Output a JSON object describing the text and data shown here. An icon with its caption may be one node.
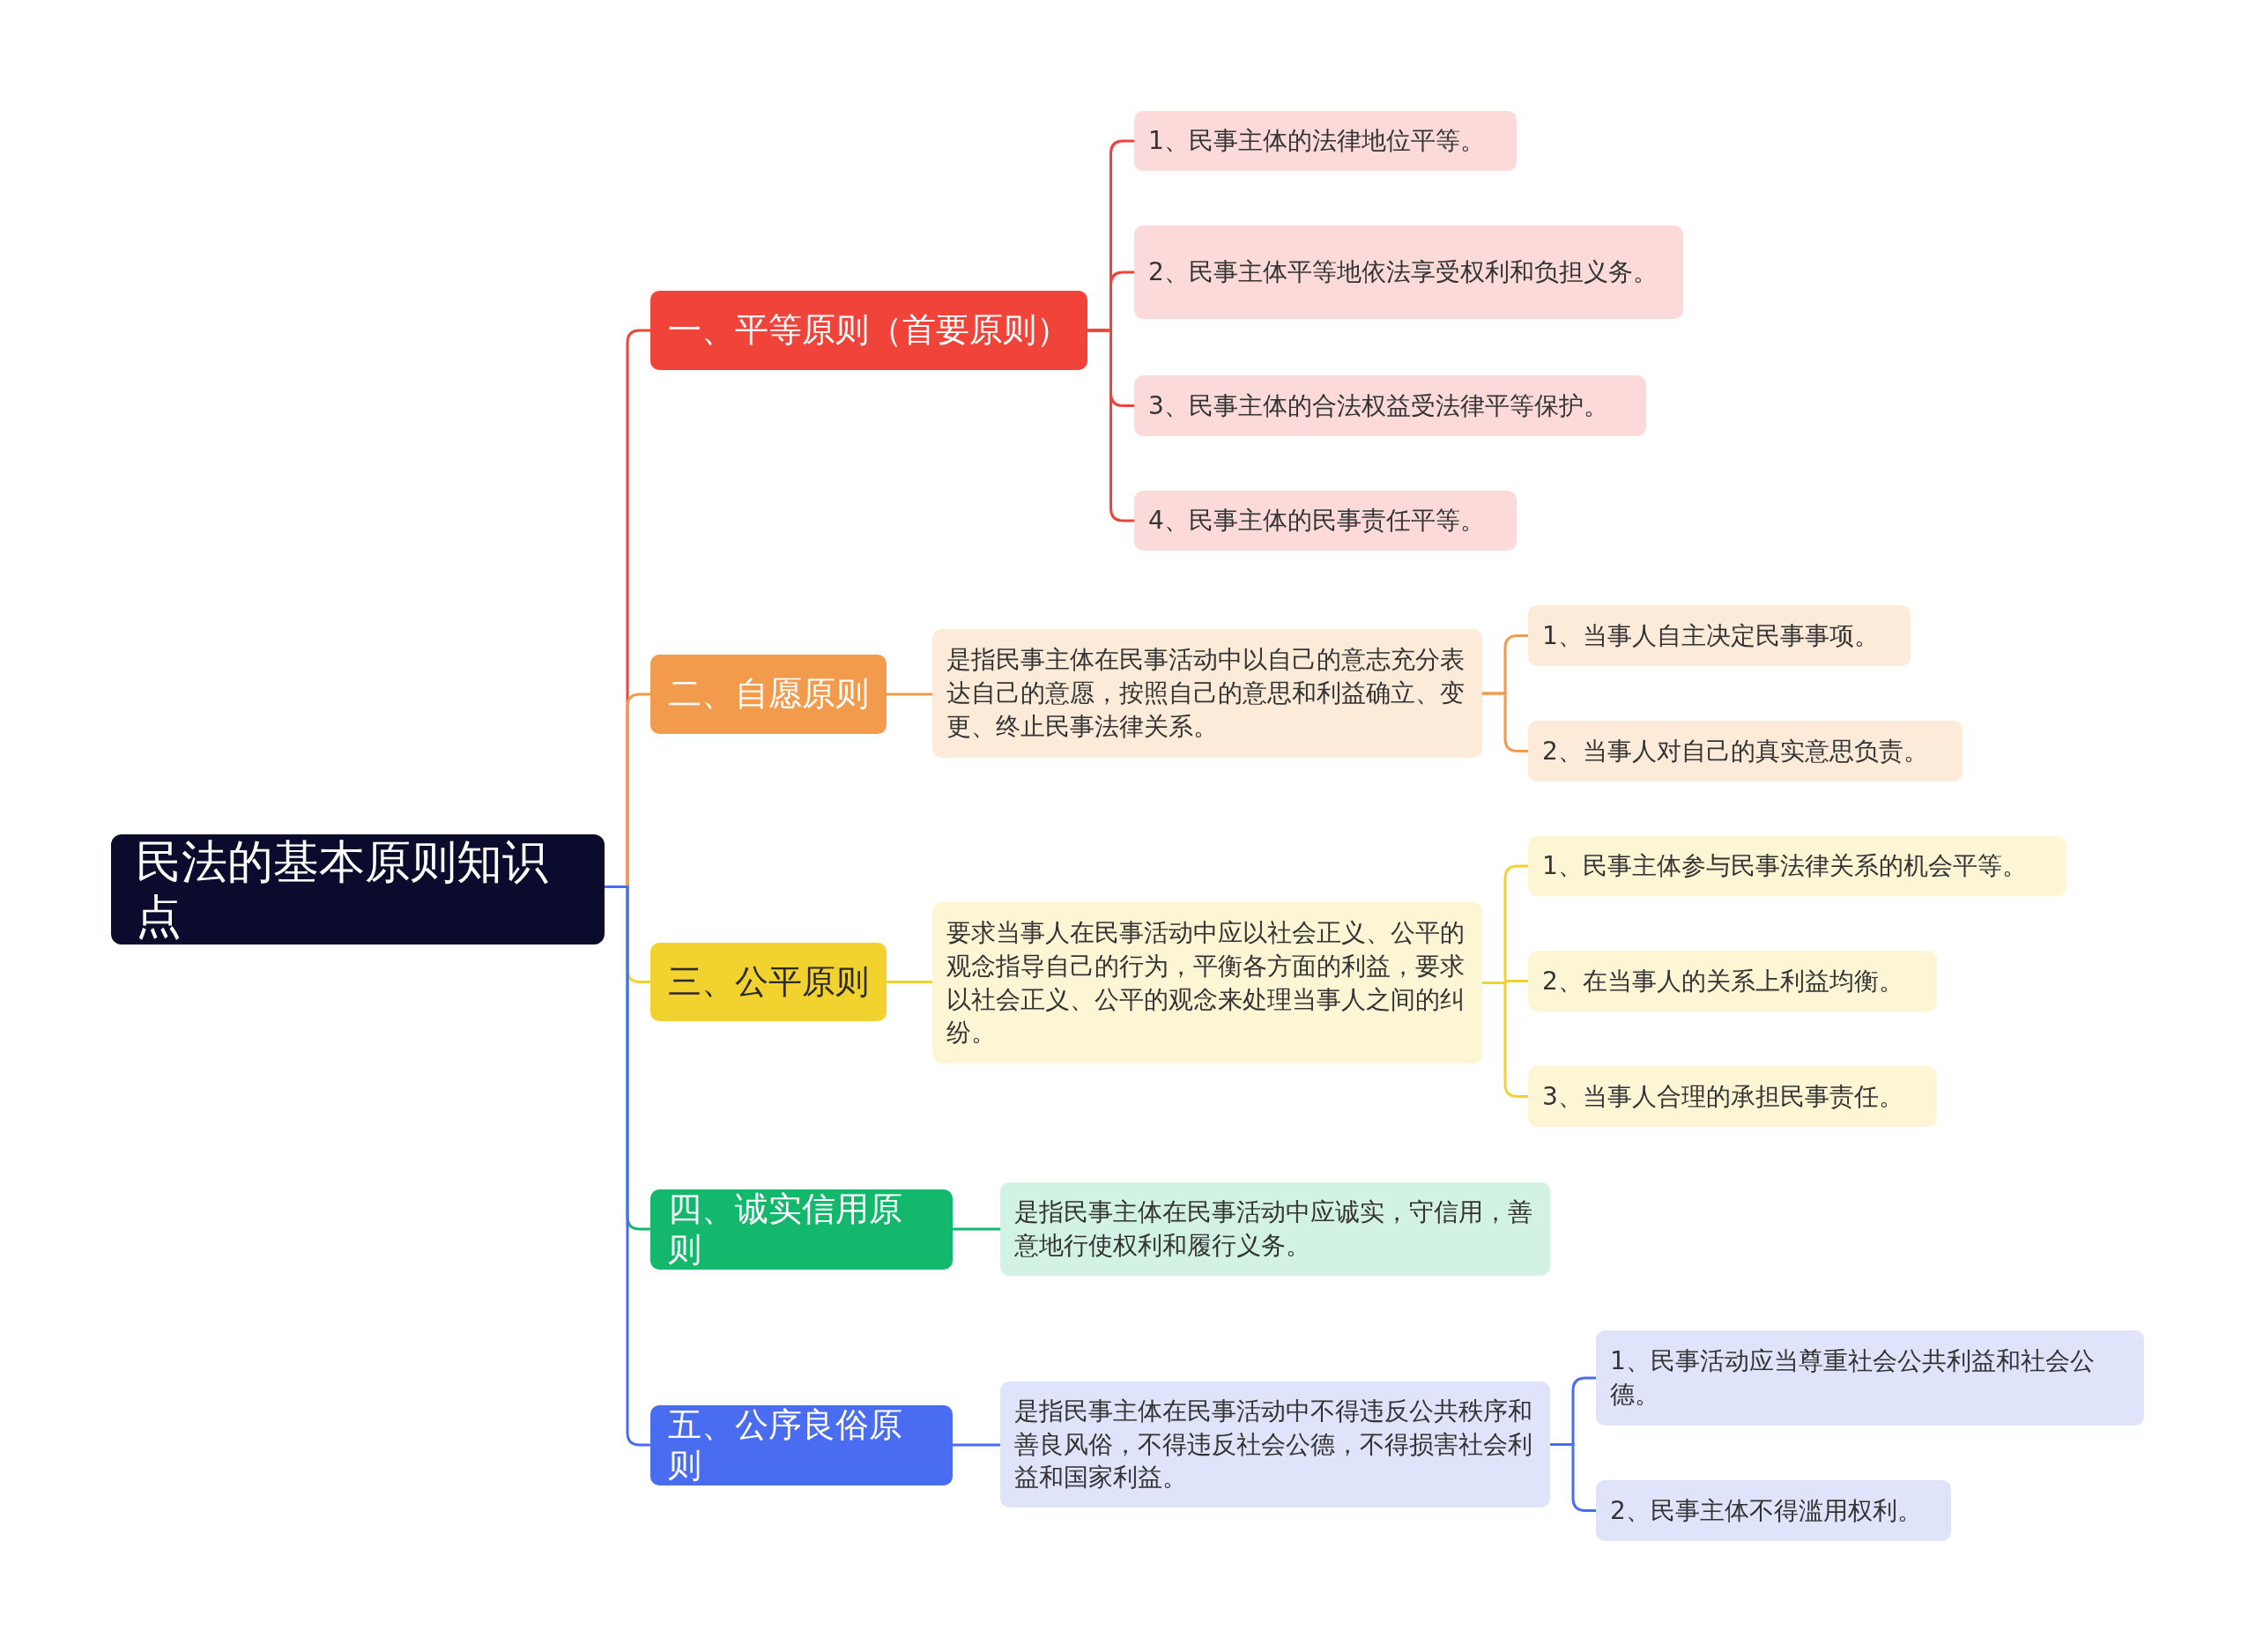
{
  "diagram": {
    "nodes": [
      {
        "text": [
          "民法的基本原则知识点"
        ]
      },
      {
        "text": [
          "一、平等原则（首要原则）"
        ]
      },
      {
        "text": [
          "1、民事主体的法律地位平等。"
        ]
      },
      {
        "text": [
          "2、民事主体平等地依法享受权利和负担义务。"
        ]
      },
      {
        "text": [
          "3、民事主体的合法权益受法律平等保护。"
        ]
      },
      {
        "text": [
          "4、民事主体的民事责任平等。"
        ]
      },
      {
        "text": [
          "二、自愿原则"
        ]
      },
      {
        "text": [
          "是指民事主体在民事活动中以自己的意志充分表达自己的意愿，按照自己的意思和利益确立、变更、终止民事法律关系。"
        ]
      },
      {
        "text": [
          "1、当事人自主决定民事事项。"
        ]
      },
      {
        "text": [
          "2、当事人对自己的真实意思负责。"
        ]
      },
      {
        "text": [
          "三、公平原则"
        ]
      },
      {
        "text": [
          "要求当事人在民事活动中应以社会正义、公平的观念指导自己的行为，平衡各方面的利益，要求以社会正义、公平的观念来处理当事人之间的纠纷。"
        ]
      },
      {
        "text": [
          "1、民事主体参与民事法律关系的机会平等。"
        ]
      },
      {
        "text": [
          "2、在当事人的关系上利益均衡。"
        ]
      },
      {
        "text": [
          "3、当事人合理的承担民事责任。"
        ]
      },
      {
        "text": [
          "四、诚实信用原则"
        ]
      },
      {
        "text": [
          "是指民事主体在民事活动中应诚实，守信用，善意地行使权利和履行义务。"
        ]
      },
      {
        "text": [
          "五、公序良俗原则"
        ]
      },
      {
        "text": [
          "是指民事主体在民事活动中不得违反公共秩序和善良风俗，不得违反社会公德，不得损害社会利益和国家利益。"
        ]
      },
      {
        "text": [
          "1、民事活动应当尊重社会公共利益和社会公德。"
        ]
      },
      {
        "text": [
          "2、民事主体不得滥用权利。"
        ]
      }
    ],
    "edges": [
      {
        "from": 0,
        "to": 1,
        "arrow": "none",
        "color": "#f0433a"
      },
      {
        "from": 0,
        "to": 6,
        "arrow": "none",
        "color": "#f29b4c"
      },
      {
        "from": 0,
        "to": 10,
        "arrow": "none",
        "color": "#f2d22e"
      },
      {
        "from": 0,
        "to": 15,
        "arrow": "none",
        "color": "#14b86d"
      },
      {
        "from": 0,
        "to": 17,
        "arrow": "none",
        "color": "#4a6cf0"
      },
      {
        "from": 1,
        "to": 2,
        "arrow": "none",
        "color": "#f0433a"
      },
      {
        "from": 1,
        "to": 3,
        "arrow": "none",
        "color": "#f0433a"
      },
      {
        "from": 1,
        "to": 4,
        "arrow": "none",
        "color": "#f0433a"
      },
      {
        "from": 1,
        "to": 5,
        "arrow": "none",
        "color": "#f0433a"
      },
      {
        "from": 6,
        "to": 7,
        "arrow": "none",
        "color": "#f29b4c"
      },
      {
        "from": 7,
        "to": 8,
        "arrow": "none",
        "color": "#f29b4c"
      },
      {
        "from": 7,
        "to": 9,
        "arrow": "none",
        "color": "#f29b4c"
      },
      {
        "from": 10,
        "to": 11,
        "arrow": "none",
        "color": "#f2d22e"
      },
      {
        "from": 11,
        "to": 12,
        "arrow": "none",
        "color": "#f2d22e"
      },
      {
        "from": 11,
        "to": 13,
        "arrow": "none",
        "color": "#f2d22e"
      },
      {
        "from": 11,
        "to": 14,
        "arrow": "none",
        "color": "#f2d22e"
      },
      {
        "from": 15,
        "to": 16,
        "arrow": "none",
        "color": "#14b86d"
      },
      {
        "from": 17,
        "to": 18,
        "arrow": "none",
        "color": "#4a6cf0"
      },
      {
        "from": 18,
        "to": 19,
        "arrow": "none",
        "color": "#4a6cf0"
      },
      {
        "from": 18,
        "to": 20,
        "arrow": "none",
        "color": "#4a6cf0"
      }
    ]
  }
}
